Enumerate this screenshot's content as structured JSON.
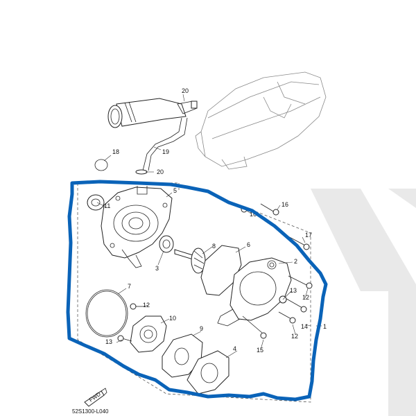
{
  "diagram": {
    "drawing_code": "52S1300-L040",
    "direction_badge": "FWD",
    "colors": {
      "highlight": "#0a63b8",
      "line": "#222222",
      "background_mark": "#d7d7d7"
    },
    "callouts": [
      "1",
      "2",
      "3",
      "4",
      "5",
      "6",
      "7",
      "8",
      "9",
      "10",
      "11",
      "12",
      "12",
      "12",
      "13",
      "13",
      "14",
      "15",
      "16",
      "16",
      "17",
      "18",
      "19",
      "20",
      "20"
    ]
  }
}
